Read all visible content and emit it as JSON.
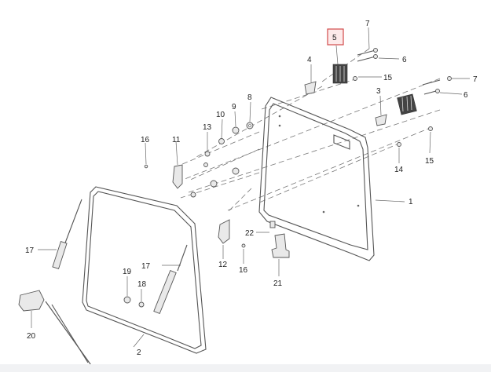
{
  "diagram": {
    "highlighted_callout": "5",
    "callouts": [
      {
        "id": "c1",
        "label": "1"
      },
      {
        "id": "c2",
        "label": "2"
      },
      {
        "id": "c3",
        "label": "3"
      },
      {
        "id": "c4",
        "label": "4"
      },
      {
        "id": "c5",
        "label": "5"
      },
      {
        "id": "c6a",
        "label": "6"
      },
      {
        "id": "c6b",
        "label": "6"
      },
      {
        "id": "c7a",
        "label": "7"
      },
      {
        "id": "c7b",
        "label": "7"
      },
      {
        "id": "c8",
        "label": "8"
      },
      {
        "id": "c9",
        "label": "9"
      },
      {
        "id": "c10",
        "label": "10"
      },
      {
        "id": "c11",
        "label": "11"
      },
      {
        "id": "c12",
        "label": "12"
      },
      {
        "id": "c13",
        "label": "13"
      },
      {
        "id": "c14",
        "label": "14"
      },
      {
        "id": "c15a",
        "label": "15"
      },
      {
        "id": "c15b",
        "label": "15"
      },
      {
        "id": "c16a",
        "label": "16"
      },
      {
        "id": "c16b",
        "label": "16"
      },
      {
        "id": "c17a",
        "label": "17"
      },
      {
        "id": "c17b",
        "label": "17"
      },
      {
        "id": "c18",
        "label": "18"
      },
      {
        "id": "c19",
        "label": "19"
      },
      {
        "id": "c20",
        "label": "20"
      },
      {
        "id": "c21",
        "label": "21"
      },
      {
        "id": "c22",
        "label": "22"
      }
    ],
    "colors": {
      "highlight": "#d24a4a",
      "line": "#555555",
      "text": "#222222"
    }
  }
}
